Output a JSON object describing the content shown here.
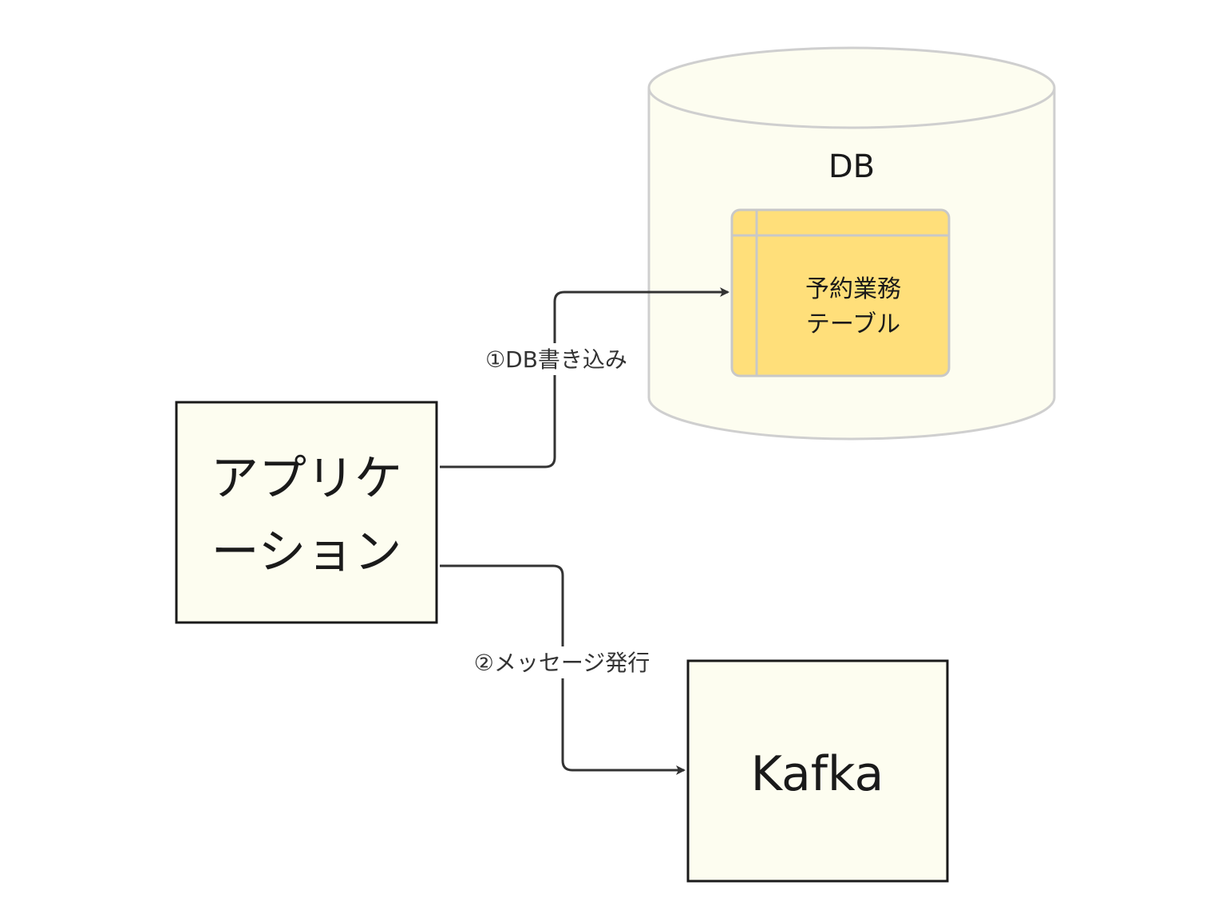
{
  "nodes": {
    "application": {
      "line1": "アプリケ",
      "line2": "ーション"
    },
    "db": {
      "label": "DB"
    },
    "table": {
      "line1": "予約業務",
      "line2": "テーブル"
    },
    "kafka": {
      "label": "Kafka"
    }
  },
  "edges": {
    "db_write": {
      "label": "①DB書き込み"
    },
    "publish_message": {
      "label": "②メッセージ発行"
    }
  },
  "colors": {
    "box_fill": "#fdfdf0",
    "box_stroke": "#1a1a1a",
    "cylinder_fill": "#fdfdf0",
    "cylinder_stroke": "#cfcfcf",
    "table_fill": "#ffdf7a",
    "table_stroke": "#c8c8c8",
    "edge": "#333333"
  }
}
